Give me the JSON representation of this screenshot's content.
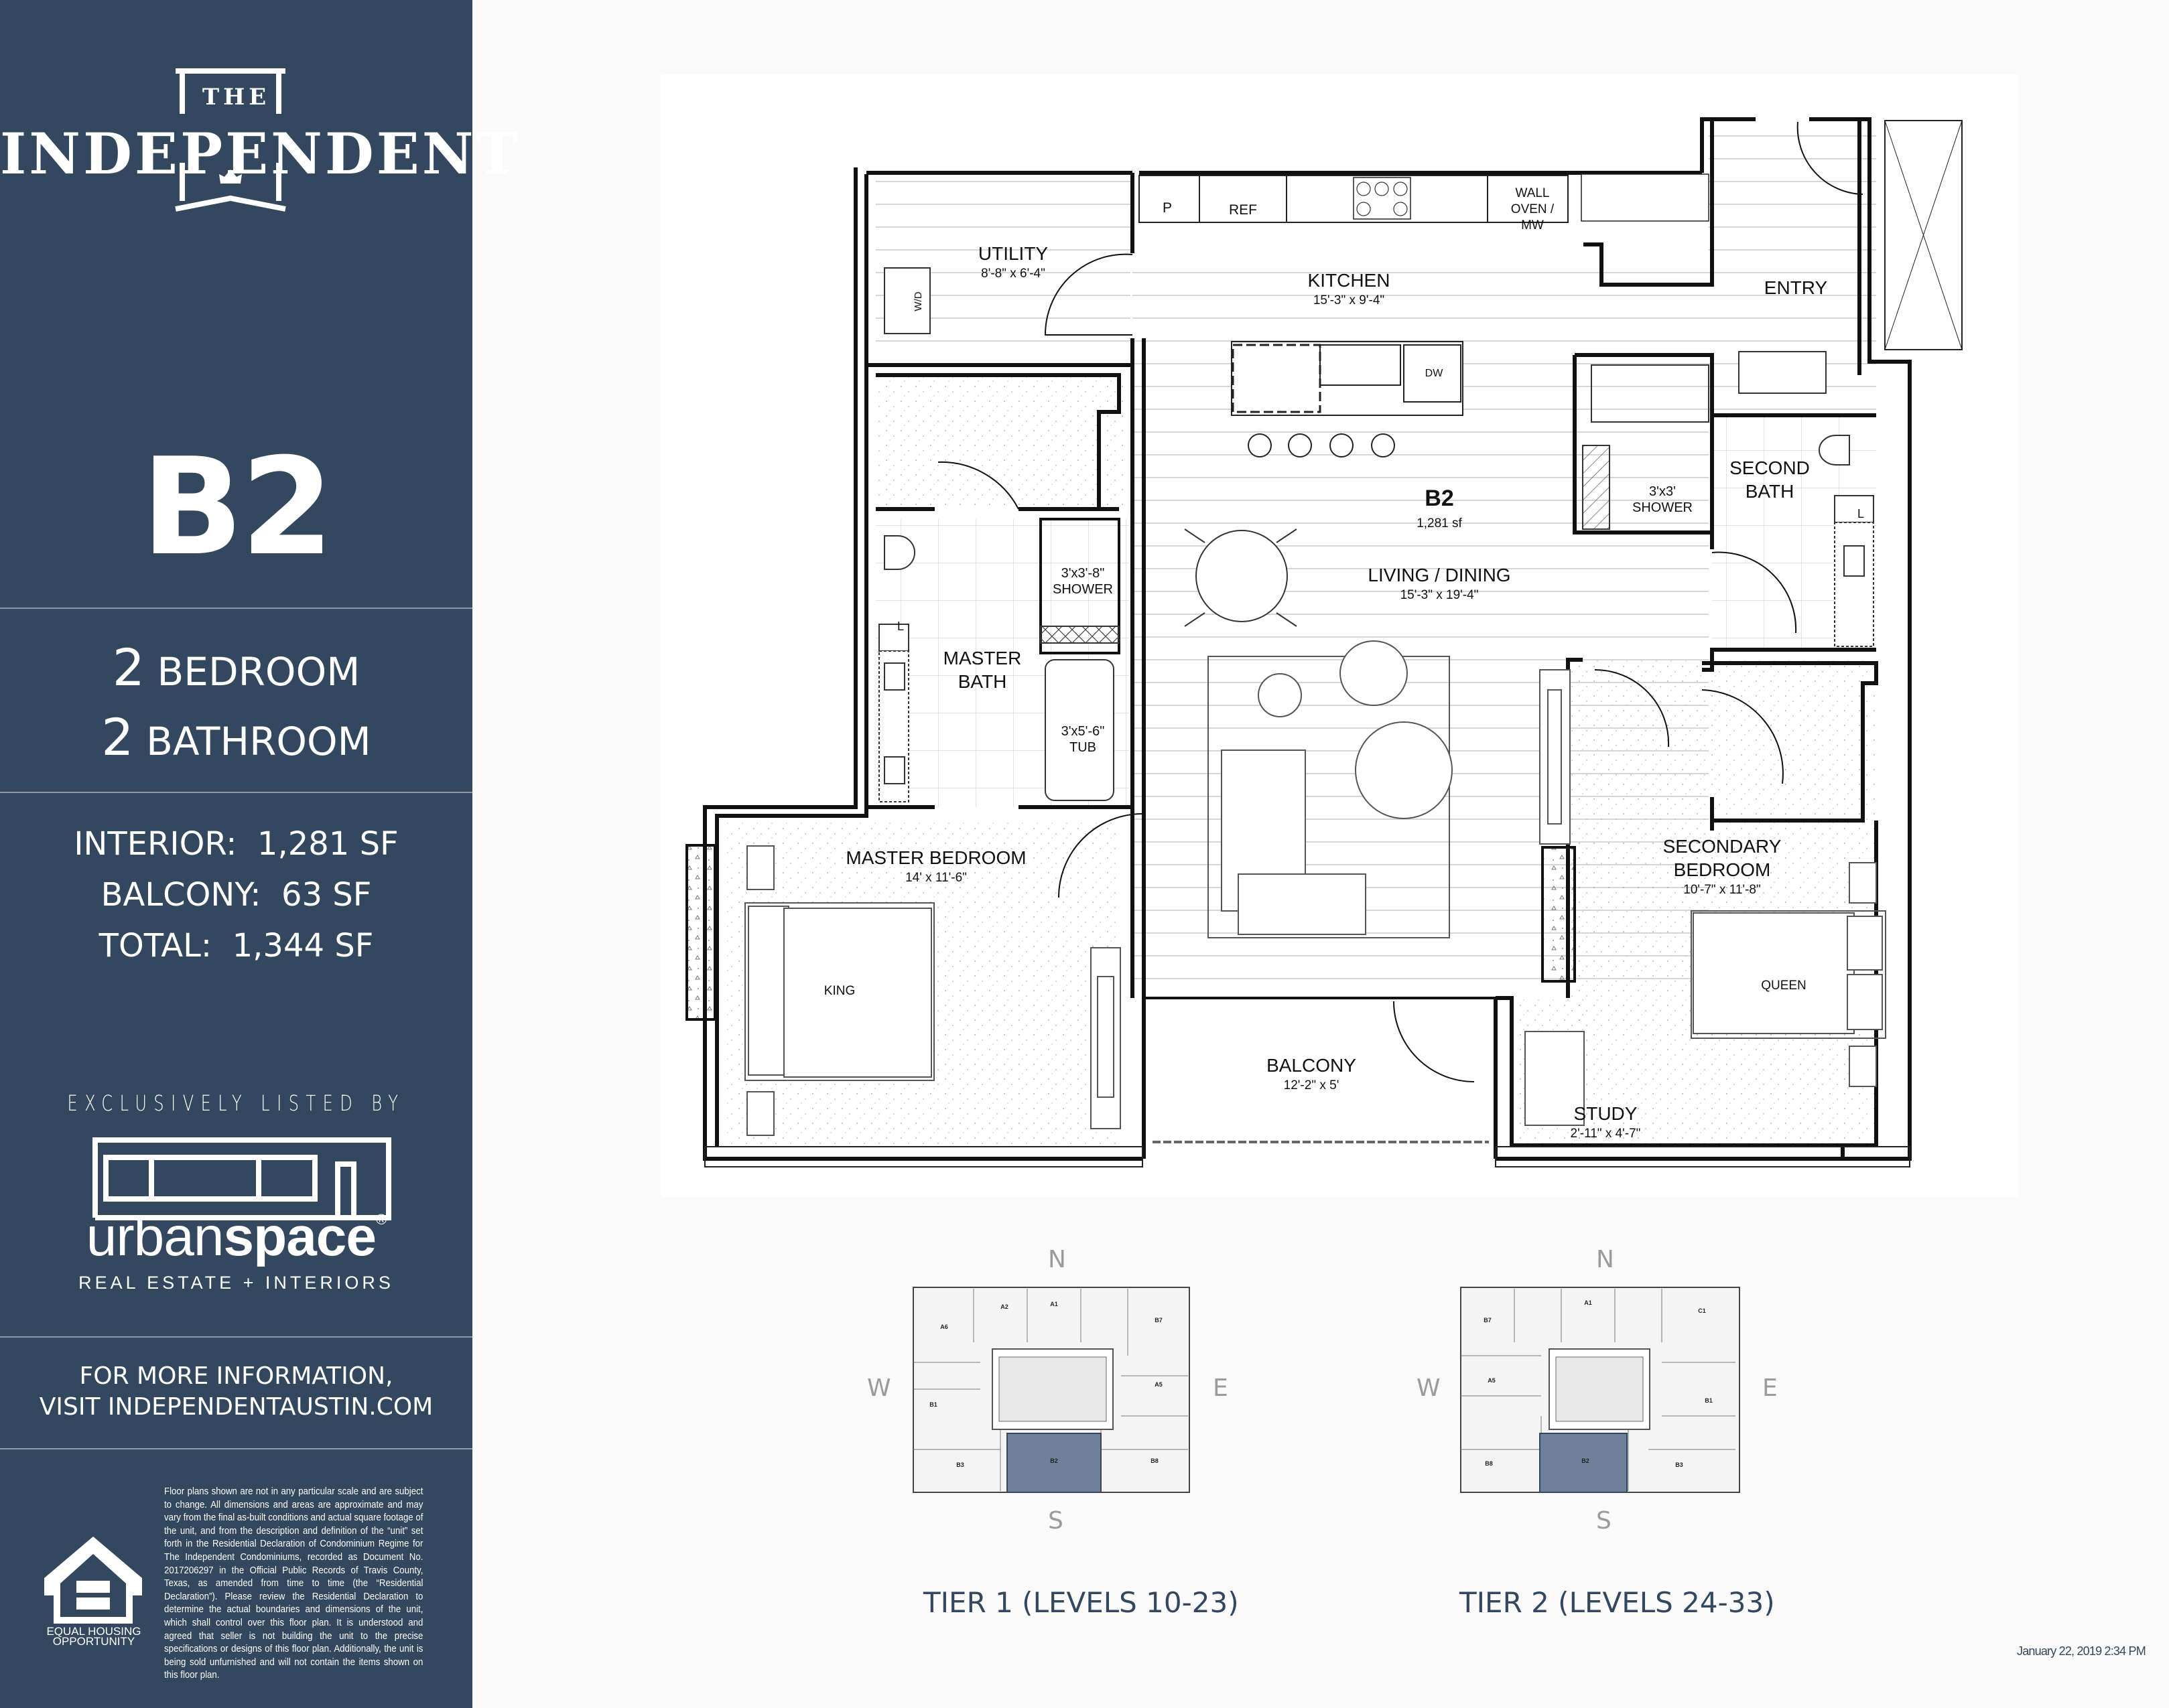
{
  "colors": {
    "sidebar_bg": "#33475e",
    "page_bg": "#fafafa",
    "accent_text": "#33475e",
    "highlight_unit": "#6f819a",
    "compass_gray": "#9b9b9b"
  },
  "sidebar": {
    "logo": {
      "top_word": "THE",
      "main_word": "INDEPENDENT",
      "icon": "crown-icon"
    },
    "unit_name": "B2",
    "bedrooms": {
      "count": "2",
      "label": "BEDROOM"
    },
    "bathrooms": {
      "count": "2",
      "label": "BATHROOM"
    },
    "areas": {
      "interior": "INTERIOR:  1,281 SF",
      "balcony": "BALCONY:  63 SF",
      "total": "TOTAL:  1,344 SF"
    },
    "listed_by": "EXCLUSIVELY LISTED BY",
    "broker": {
      "name_light": "urban",
      "name_bold": "space",
      "registered": "®",
      "tagline": "REAL ESTATE + INTERIORS"
    },
    "info_line1": "FOR MORE INFORMATION,",
    "info_line2": "VISIT INDEPENDENTAUSTIN.COM",
    "eho": {
      "line1": "EQUAL HOUSING",
      "line2": "OPPORTUNITY",
      "icon": "equal-housing-icon"
    },
    "disclaimer": "Floor plans shown are not in any particular scale and are subject to change.  All dimensions and areas are approximate and may vary from the final as-built conditions and actual square footage of the unit, and from the description and definition of the “unit” set forth in the Residential Declaration of Condominium Regime for The Independent Condominiums, recorded as Document No. 2017206297 in the Official Public Records of Travis County, Texas, as amended from time to time (the “Residential Declaration”). Please review the Residential Declaration to determine the actual boundaries and dimensions of the unit, which shall control over this floor plan.  It is understood and agreed that seller is not building the unit to the precise specifications or designs of this floor plan.  Additionally, the unit is being sold unfurnished and will not contain the items shown on this floor plan."
  },
  "floorplan": {
    "unit_label": "B2",
    "unit_area": "1,281 sf",
    "rooms": {
      "utility": {
        "name": "UTILITY",
        "dims": "8'-8\" x 6'-4\""
      },
      "kitchen": {
        "name": "KITCHEN",
        "dims": "15'-3\" x 9'-4\""
      },
      "entry": {
        "name": "ENTRY"
      },
      "living": {
        "name": "LIVING / DINING",
        "dims": "15'-3\" x 19'-4\""
      },
      "master_bath": {
        "name_line1": "MASTER",
        "name_line2": "BATH"
      },
      "master_shower": {
        "line1": "3'x3'-8\"",
        "line2": "SHOWER"
      },
      "tub": {
        "line1": "3'x5'-6\"",
        "line2": "TUB"
      },
      "second_bath": {
        "name_line1": "SECOND",
        "name_line2": "BATH"
      },
      "second_shower": {
        "line1": "3'x3'",
        "line2": "SHOWER"
      },
      "master_bedroom": {
        "name": "MASTER BEDROOM",
        "dims": "14' x 11'-6\""
      },
      "secondary_bedroom": {
        "name_line1": "SECONDARY",
        "name_line2": "BEDROOM",
        "dims": "10'-7\" x 11'-8\""
      },
      "balcony": {
        "name": "BALCONY",
        "dims": "12'-2\" x 5'"
      },
      "study": {
        "name": "STUDY",
        "dims": "2'-11\" x 4'-7\""
      }
    },
    "fixtures": {
      "pantry": "P",
      "refrigerator": "REF",
      "wall_oven": [
        "WALL",
        "OVEN /",
        "MW"
      ],
      "dishwasher": "DW",
      "washer_dryer": "W/D",
      "linen_master": "L",
      "linen_second": "L",
      "king_bed": "KING",
      "queen_bed": "QUEEN"
    }
  },
  "keyplans": [
    {
      "label": "TIER 1 (LEVELS 10-23)",
      "compass": {
        "n": "N",
        "s": "S",
        "e": "E",
        "w": "W"
      },
      "units": [
        "A6",
        "A2",
        "A1",
        "B7",
        "A5",
        "B1",
        "B3",
        "B2",
        "B8"
      ],
      "highlighted": "B2"
    },
    {
      "label": "TIER 2 (LEVELS 24-33)",
      "compass": {
        "n": "N",
        "s": "S",
        "e": "E",
        "w": "W"
      },
      "units": [
        "B7",
        "A1",
        "C1",
        "A5",
        "B1",
        "B8",
        "B2",
        "B3"
      ],
      "highlighted": "B2"
    }
  ],
  "timestamp": "January 22, 2019 2:34 PM"
}
